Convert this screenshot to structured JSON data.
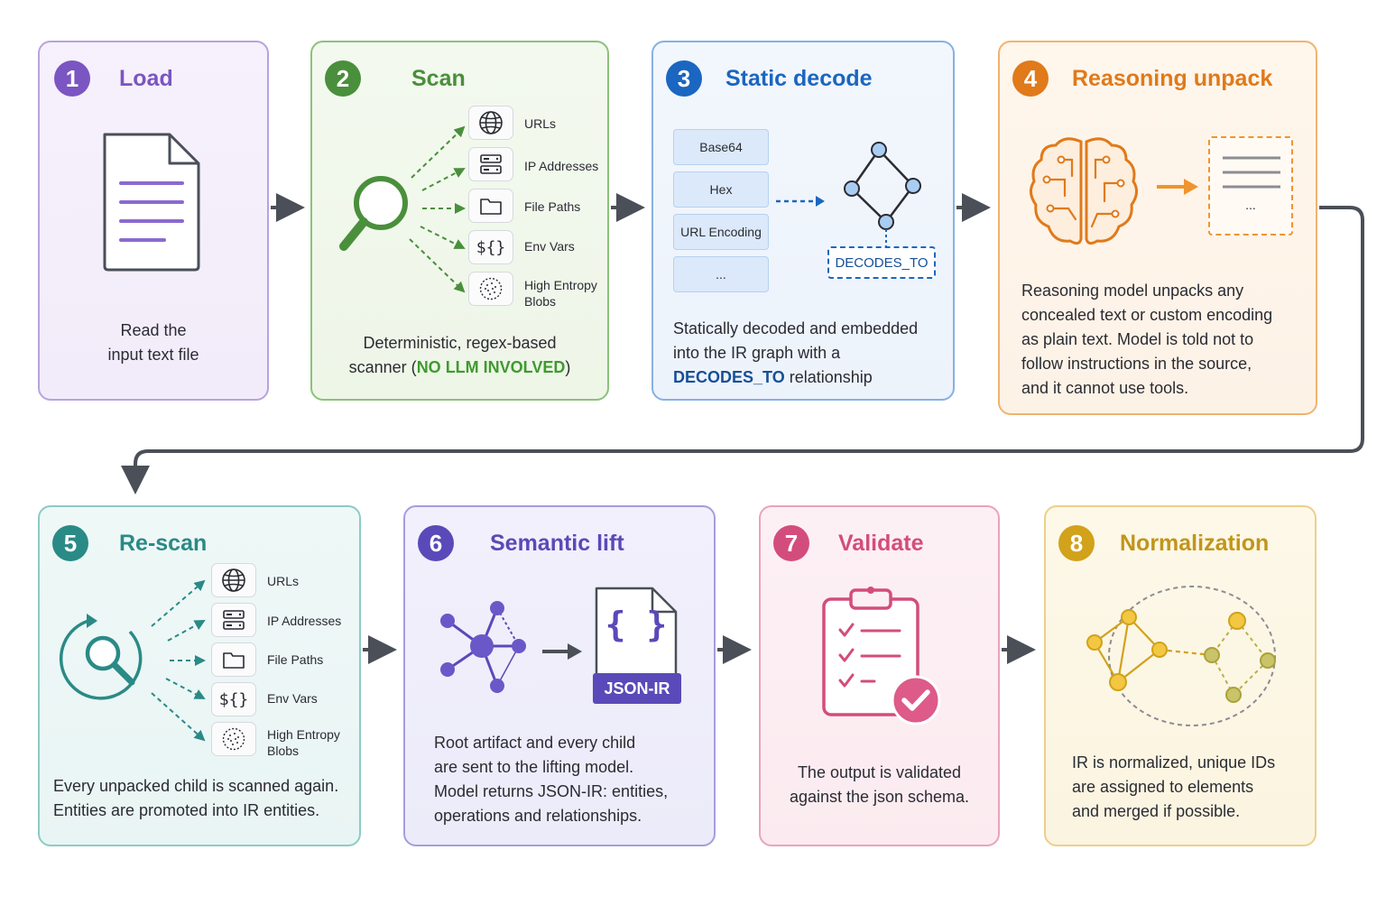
{
  "colors": {
    "load": "#7b55c2",
    "scan": "#4a8f3c",
    "static": "#1a66c1",
    "reasoning": "#e07a1a",
    "rescan": "#2a8a86",
    "semantic": "#5a49b8",
    "validate": "#d34d7c",
    "normalize": "#d1a21a",
    "connector": "#4a4f58"
  },
  "steps": {
    "load": {
      "number": "1",
      "title": "Load",
      "desc_line1": "Read the",
      "desc_line2": "input text file",
      "icon": "document-icon"
    },
    "scan": {
      "number": "2",
      "title": "Scan",
      "icon": "magnifier-icon",
      "items": [
        {
          "label": "URLs",
          "icon": "globe-icon"
        },
        {
          "label": "IP Addresses",
          "icon": "server-icon"
        },
        {
          "label": "File Paths",
          "icon": "folder-icon"
        },
        {
          "label": "Env Vars",
          "icon": "env-vars-icon"
        },
        {
          "label": "High Entropy Blobs",
          "icon": "entropy-icon"
        }
      ],
      "entropy_line1": "High Entropy",
      "entropy_line2": "Blobs",
      "desc_line1": "Deterministic, regex-based",
      "desc_prefix": "scanner (",
      "desc_highlight": "NO LLM INVOLVED",
      "desc_suffix": ")"
    },
    "static": {
      "number": "3",
      "title": "Static decode",
      "encodings": [
        "Base64",
        "Hex",
        "URL Encoding",
        "..."
      ],
      "edge_label": "DECODES_TO",
      "desc_line1": "Statically decoded and embedded",
      "desc_line2": "into the IR graph with a",
      "desc_highlight": "DECODES_TO",
      "desc_suffix": " relationship"
    },
    "reasoning": {
      "number": "4",
      "title": "Reasoning unpack",
      "icon": "brain-icon",
      "output_ellipsis": "...",
      "desc_lines": [
        "Reasoning model unpacks any",
        "concealed text or custom encoding",
        "as plain text. Model is told not to",
        "follow instructions in the source,",
        "and it cannot use tools."
      ]
    },
    "rescan": {
      "number": "5",
      "title": "Re-scan",
      "icon": "rescan-icon",
      "items": [
        {
          "label": "URLs",
          "icon": "globe-icon"
        },
        {
          "label": "IP Addresses",
          "icon": "server-icon"
        },
        {
          "label": "File Paths",
          "icon": "folder-icon"
        },
        {
          "label": "Env Vars",
          "icon": "env-vars-icon"
        },
        {
          "label": "High Entropy Blobs",
          "icon": "entropy-icon"
        }
      ],
      "entropy_line1": "High Entropy",
      "entropy_line2": "Blobs",
      "desc_line1": "Every unpacked child is scanned again.",
      "desc_line2": "Entities are promoted into IR entities."
    },
    "semantic": {
      "number": "6",
      "title": "Semantic lift",
      "file_label": "JSON-IR",
      "braces": "{ }",
      "desc_lines": [
        "Root artifact and every child",
        "are sent to the lifting model.",
        "Model returns JSON-IR: entities,",
        "operations and relationships."
      ]
    },
    "validate": {
      "number": "7",
      "title": "Validate",
      "icon": "clipboard-check-icon",
      "desc_line1": "The output is validated",
      "desc_line2": "against the json schema."
    },
    "normalize": {
      "number": "8",
      "title": "Normalization",
      "icon": "merged-graph-icon",
      "desc_lines": [
        "IR is normalized, unique IDs",
        "are assigned to elements",
        "and merged if possible."
      ]
    }
  },
  "env_glyph": "${}"
}
